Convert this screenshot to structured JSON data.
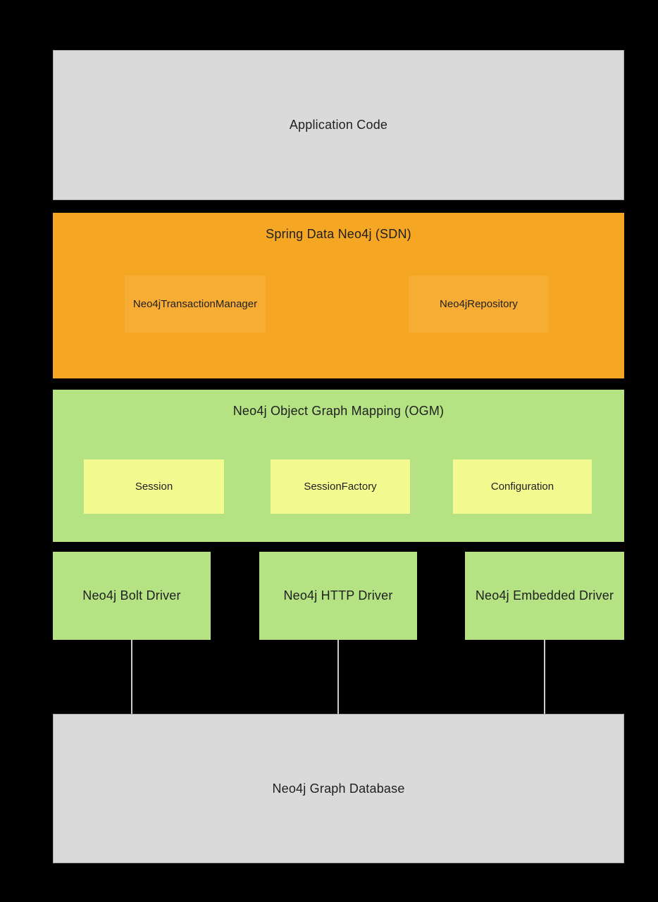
{
  "diagram": {
    "title_context": "Spring Data Neo4j architecture stack",
    "application_layer": {
      "label": "Application Code"
    },
    "sdn_layer": {
      "title": "Spring Data Neo4j (SDN)",
      "components": [
        {
          "label": "Neo4jTransactionManager"
        },
        {
          "label": "Neo4jRepository"
        }
      ]
    },
    "ogm_layer": {
      "title": "Neo4j Object Graph Mapping (OGM)",
      "components": [
        {
          "label": "Session"
        },
        {
          "label": "SessionFactory"
        },
        {
          "label": "Configuration"
        }
      ]
    },
    "driver_layer": {
      "components": [
        {
          "label": "Neo4j Bolt Driver"
        },
        {
          "label": "Neo4j HTTP Driver"
        },
        {
          "label": "Neo4j Embedded Driver"
        }
      ]
    },
    "database_layer": {
      "label": "Neo4j Graph Database"
    },
    "colors": {
      "background": "#000000",
      "gray_box": "#DADADA",
      "gray_box_border": "#ABABAB",
      "orange_layer": "#F5A623",
      "orange_component": "#F7AD33",
      "green_layer": "#B5E384",
      "yellow_component": "#F3FA8F",
      "connector_line": "#CCCCCC",
      "text": "#1F1F1F"
    }
  }
}
